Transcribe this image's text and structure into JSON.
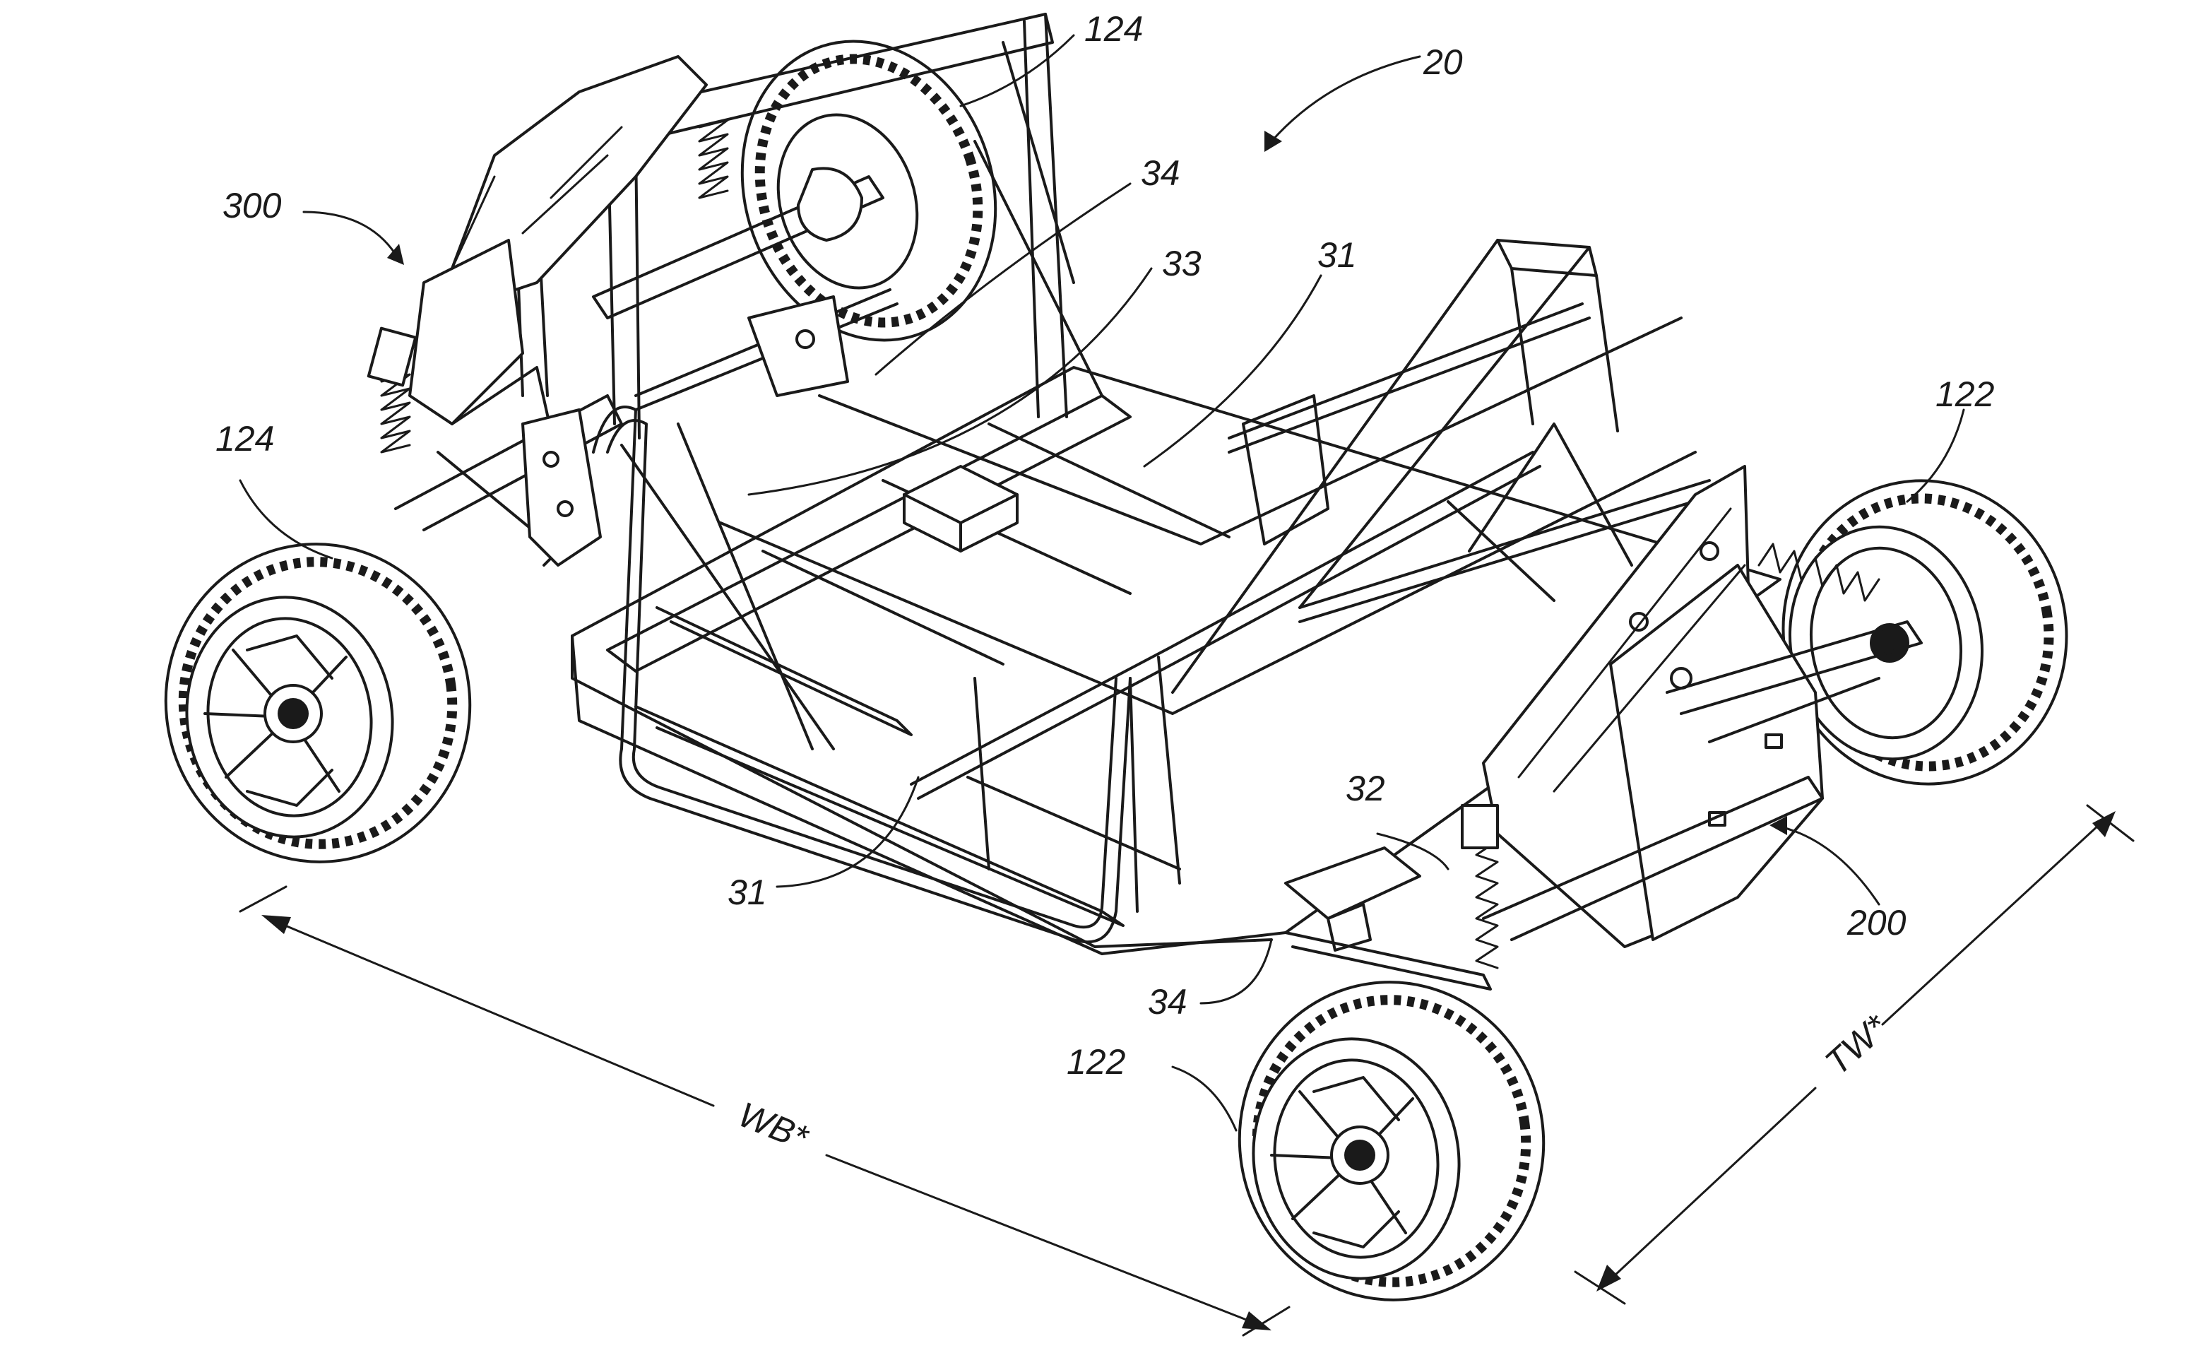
{
  "labels": {
    "ref_20": "20",
    "ref_300": "300",
    "ref_200": "200",
    "ref_124_top": "124",
    "ref_124_left": "124",
    "ref_122_right": "122",
    "ref_122_bottom": "122",
    "ref_34_top": "34",
    "ref_34_bottom": "34",
    "ref_33": "33",
    "ref_31_top": "31",
    "ref_31_bottom": "31",
    "ref_32": "32",
    "dim_wheelbase": "WB*",
    "dim_track_width": "TW*"
  }
}
